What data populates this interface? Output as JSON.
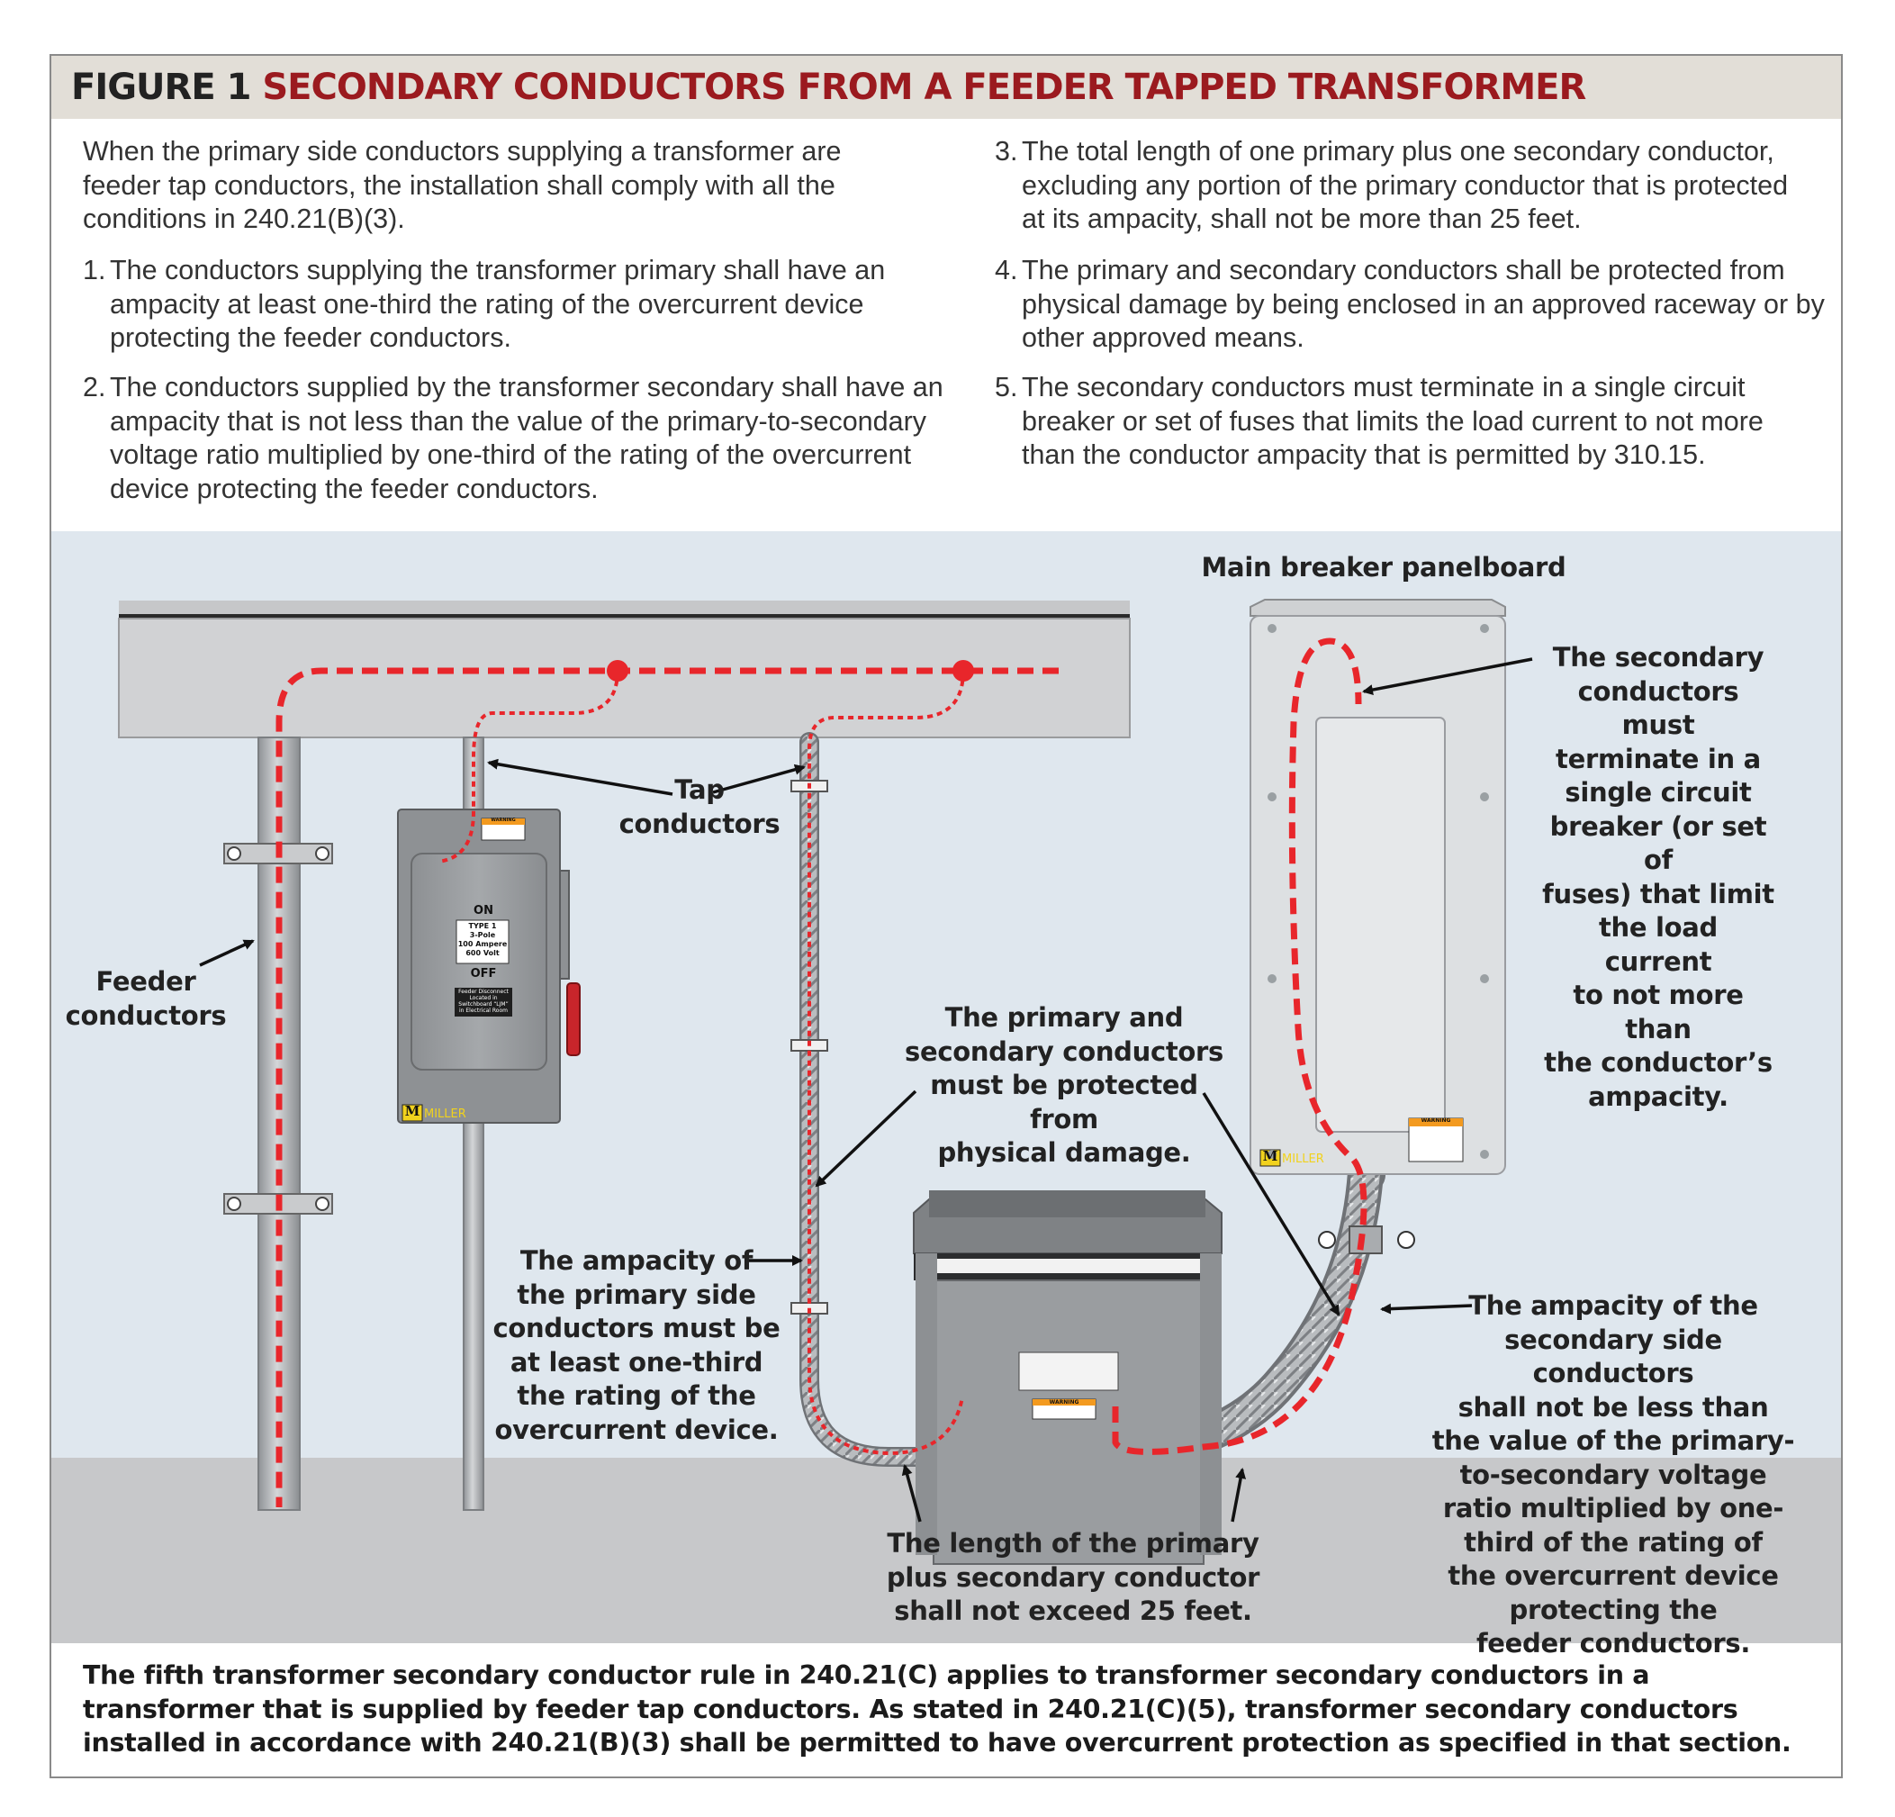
{
  "figure": {
    "number": "FIGURE 1",
    "title": "SECONDARY CONDUCTORS FROM A FEEDER TAPPED TRANSFORMER"
  },
  "intro": "When the primary side conductors supplying a transformer are feeder tap conductors, the installation shall comply with all the conditions in 240.21(B)(3).",
  "rules": [
    {
      "num": "1.",
      "text": "The conductors supplying the transformer primary shall have an ampacity at least one-third the rating of the overcurrent device protecting the feeder conductors."
    },
    {
      "num": "2.",
      "text": "The conductors supplied by the transformer secondary shall have an ampacity that is not less than the value of the primary-to-secondary voltage ratio multiplied by one-third of the rating of the overcurrent device protecting the feeder conductors."
    },
    {
      "num": "3.",
      "text": "The total length of one primary plus one secondary conductor, excluding any portion of the primary conductor that is protected at its ampacity, shall not be more than 25 feet."
    },
    {
      "num": "4.",
      "text": "The primary and secondary conductors shall be protected from physical damage by being enclosed in an approved raceway or by other approved means."
    },
    {
      "num": "5.",
      "text": "The secondary conductors must terminate in a single circuit breaker or set of fuses that limits the load current to not more than the conductor ampacity that is permitted by 310.15."
    }
  ],
  "labels": {
    "panelboard": "Main breaker panelboard",
    "tap": [
      "Tap",
      "conductors"
    ],
    "feeder": [
      "Feeder",
      "conductors"
    ],
    "secondary_terminate": [
      "The secondary",
      "conductors must",
      "terminate in a",
      "single circuit",
      "breaker (or set of",
      "fuses) that limit",
      "the load current",
      "to not more than",
      "the conductor’s",
      "ampacity."
    ],
    "protected": [
      "The primary and",
      "secondary conductors",
      "must be protected from",
      "physical damage."
    ],
    "primary_ampacity": [
      "The ampacity of",
      "the primary side",
      "conductors must be",
      "at least one-third",
      "the rating of the",
      "overcurrent device."
    ],
    "secondary_ampacity": [
      "The ampacity of the",
      "secondary side conductors",
      "shall not be less than",
      "the value of the primary-",
      "to-secondary voltage",
      "ratio multiplied by one-",
      "third of the rating of",
      "the overcurrent device",
      "protecting the",
      "feeder conductors."
    ],
    "length": [
      "The length of the primary",
      "plus secondary conductor",
      "shall not exceed 25 feet."
    ]
  },
  "disconnect": {
    "on": "ON",
    "off": "OFF",
    "spec": [
      "TYPE 1",
      "3-Pole",
      "100 Ampere",
      "600 Volt"
    ],
    "note": [
      "Feeder Disconnect",
      "Located in",
      "Switchboard “LJM”",
      "in Electrical Room"
    ],
    "warning": "WARNING",
    "brand_mark": "M",
    "brand": "MILLER"
  },
  "panel": {
    "warning": "WARNING",
    "brand_mark": "M",
    "brand": "MILLER"
  },
  "transformer": {
    "warning": "WARNING"
  },
  "caption": "The fifth transformer secondary conductor rule in 240.21(C) applies to transformer secondary conductors in a transformer that is supplied by feeder tap conductors. As stated in 240.21(C)(5), transformer secondary conductors installed in accordance with 240.21(B)(3) shall be permitted to have overcurrent protection as specified in that section.",
  "colors": {
    "title_red": "#9b1a1f",
    "conductor_red": "#e8262b",
    "diagram_bg": "#dfe7ee",
    "floor": "#c7c8ca",
    "title_bg": "#e2ded7"
  }
}
